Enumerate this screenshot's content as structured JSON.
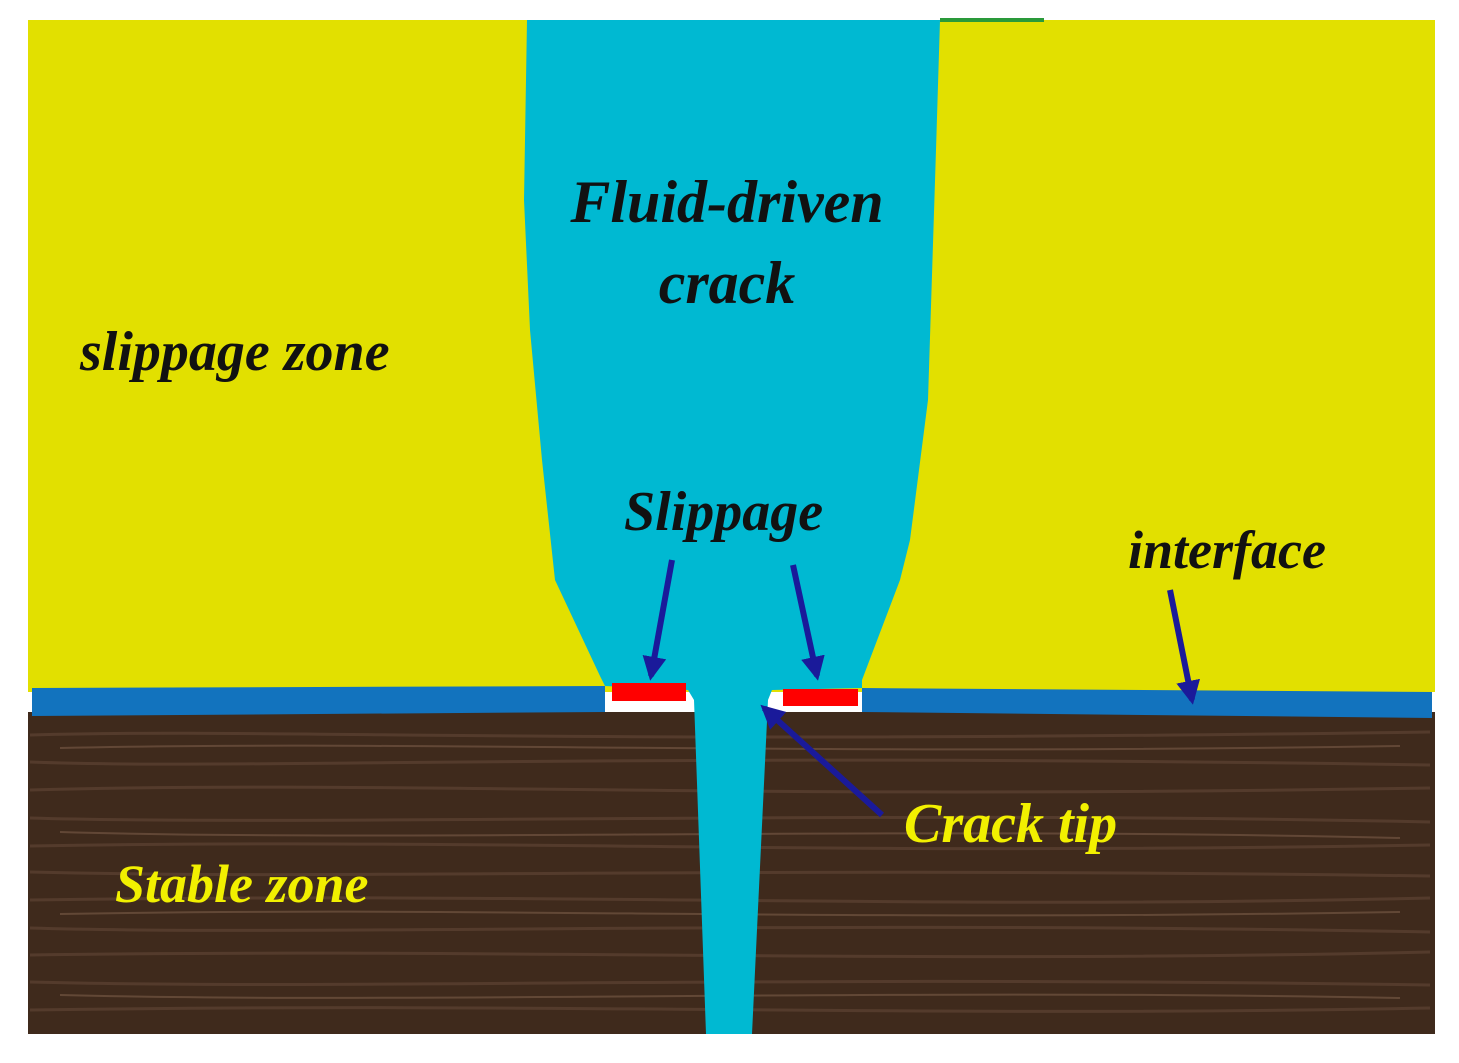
{
  "labels": {
    "fluid_driven_line1": "Fluid-driven",
    "fluid_driven_line2": "crack",
    "slippage_zone": "slippage zone",
    "slippage": "Slippage",
    "interface": "interface",
    "crack_tip": "Crack tip",
    "stable_zone": "Stable zone"
  },
  "colors": {
    "upper_layer": "#e2e000",
    "fluid": "#00b9d2",
    "interface": "#1273be",
    "slip_segment": "#ff0000",
    "rock": "#3f2a1c",
    "arrow": "#1a1a9a",
    "dark_text": "#111111",
    "yellow_text": "#f2f000"
  }
}
